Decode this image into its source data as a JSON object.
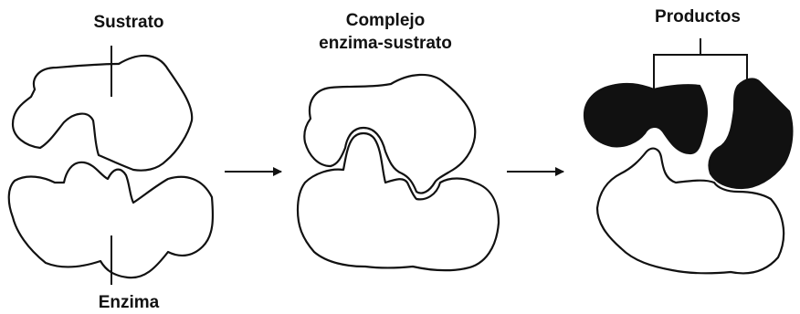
{
  "labels": {
    "substrate": "Sustrato",
    "complex_line1": "Complejo",
    "complex_line2": "enzima-sustrato",
    "products": "Productos",
    "enzyme": "Enzima"
  },
  "colors": {
    "ink": "#111111",
    "background": "#ffffff"
  }
}
